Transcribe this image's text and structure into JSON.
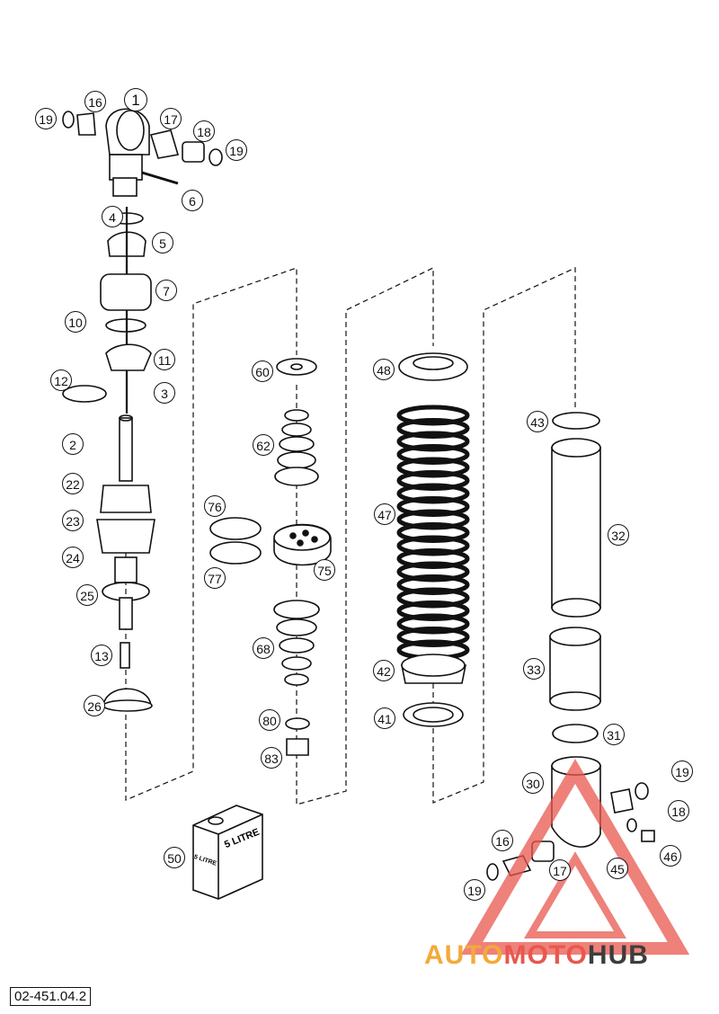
{
  "diagram": {
    "code": "02-451.04.2",
    "can_label": "5 LITRE",
    "can_side_label": "5 LITRE",
    "callouts": [
      {
        "id": "c1",
        "label": "1"
      },
      {
        "id": "c16a",
        "label": "16"
      },
      {
        "id": "c19a",
        "label": "19"
      },
      {
        "id": "c17a",
        "label": "17"
      },
      {
        "id": "c18a",
        "label": "18"
      },
      {
        "id": "c19b",
        "label": "19"
      },
      {
        "id": "c6",
        "label": "6"
      },
      {
        "id": "c4",
        "label": "4"
      },
      {
        "id": "c5",
        "label": "5"
      },
      {
        "id": "c7",
        "label": "7"
      },
      {
        "id": "c10",
        "label": "10"
      },
      {
        "id": "c11",
        "label": "11"
      },
      {
        "id": "c12",
        "label": "12"
      },
      {
        "id": "c3",
        "label": "3"
      },
      {
        "id": "c2",
        "label": "2"
      },
      {
        "id": "c22",
        "label": "22"
      },
      {
        "id": "c23",
        "label": "23"
      },
      {
        "id": "c24",
        "label": "24"
      },
      {
        "id": "c25",
        "label": "25"
      },
      {
        "id": "c13",
        "label": "13"
      },
      {
        "id": "c26",
        "label": "26"
      },
      {
        "id": "c60",
        "label": "60"
      },
      {
        "id": "c62",
        "label": "62"
      },
      {
        "id": "c76",
        "label": "76"
      },
      {
        "id": "c77",
        "label": "77"
      },
      {
        "id": "c75",
        "label": "75"
      },
      {
        "id": "c68",
        "label": "68"
      },
      {
        "id": "c80",
        "label": "80"
      },
      {
        "id": "c83",
        "label": "83"
      },
      {
        "id": "c48",
        "label": "48"
      },
      {
        "id": "c47",
        "label": "47"
      },
      {
        "id": "c42",
        "label": "42"
      },
      {
        "id": "c41",
        "label": "41"
      },
      {
        "id": "c43",
        "label": "43"
      },
      {
        "id": "c32",
        "label": "32"
      },
      {
        "id": "c33",
        "label": "33"
      },
      {
        "id": "c31",
        "label": "31"
      },
      {
        "id": "c30",
        "label": "30"
      },
      {
        "id": "c19c",
        "label": "19"
      },
      {
        "id": "c18b",
        "label": "18"
      },
      {
        "id": "c46",
        "label": "46"
      },
      {
        "id": "c45",
        "label": "45"
      },
      {
        "id": "c16b",
        "label": "16"
      },
      {
        "id": "c17b",
        "label": "17"
      },
      {
        "id": "c19d",
        "label": "19"
      },
      {
        "id": "c50",
        "label": "50"
      }
    ]
  },
  "watermark": {
    "part1": "AUTO",
    "part2": "MOTO",
    "part3": "HUB",
    "colors": {
      "orange": "#f4a93a",
      "red": "#e9574e",
      "dark": "#3d3d3d"
    }
  }
}
